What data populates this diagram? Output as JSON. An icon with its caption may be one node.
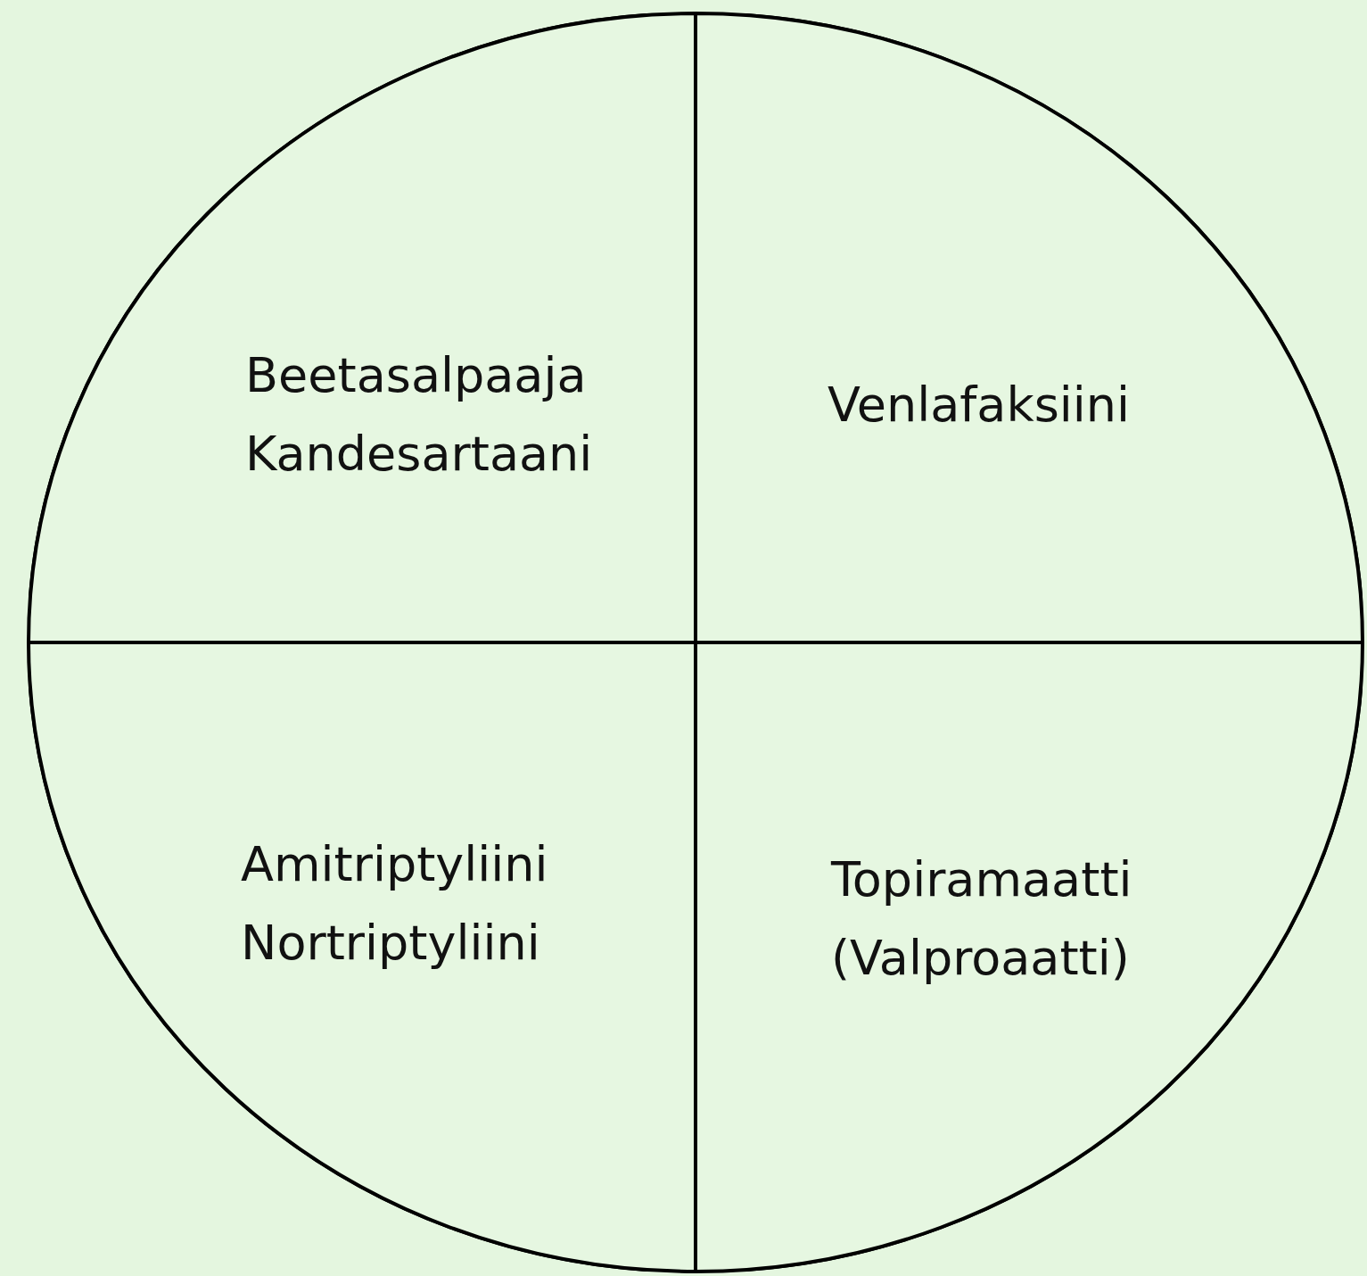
{
  "diagram": {
    "nodes": [
      {
        "text": [],
        "shape": "circle"
      },
      {
        "text": [
          "Beetasalpaaja",
          "Kandesartaani"
        ],
        "in": 0
      },
      {
        "text": [
          "Venlafaksiini"
        ],
        "in": 0
      },
      {
        "text": [
          "Amitriptyliini",
          "Nortriptyliini"
        ],
        "in": 0
      },
      {
        "text": [
          "Topiramaatti",
          "(Valproaatti)"
        ],
        "in": 0
      }
    ],
    "edges": []
  }
}
